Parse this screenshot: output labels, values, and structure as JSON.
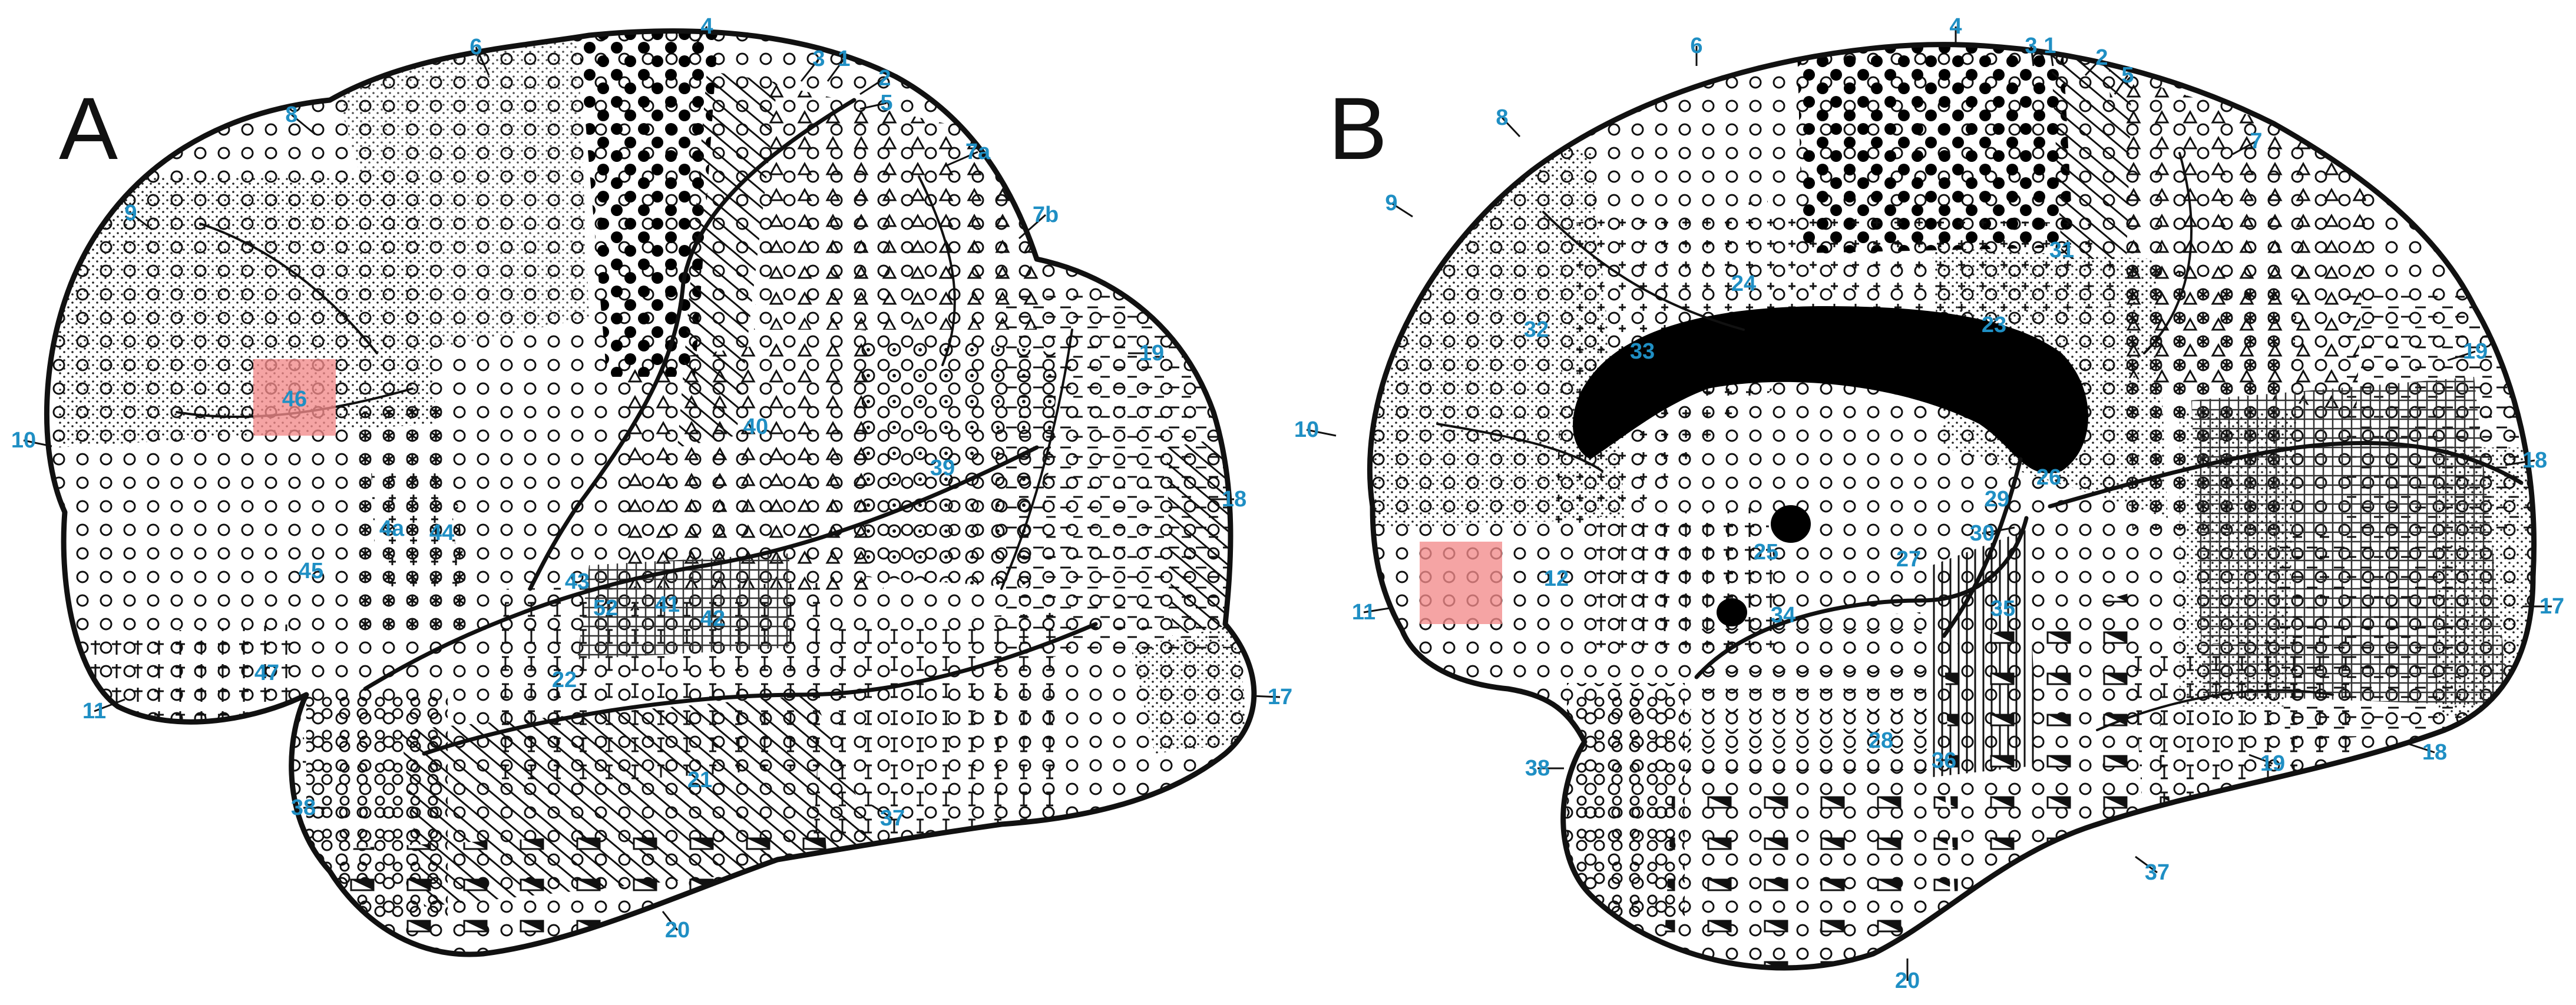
{
  "figure": {
    "label_color": "#1f8fc4",
    "highlight_color": "#f28b8b",
    "panels": [
      {
        "id": "A",
        "letter": "A",
        "labels": [
          "1",
          "2",
          "3",
          "4",
          "5",
          "6",
          "7a",
          "7b",
          "8",
          "9",
          "10",
          "11",
          "17",
          "18",
          "19",
          "20",
          "21",
          "22",
          "37",
          "38",
          "39",
          "40",
          "41",
          "42",
          "43",
          "44",
          "45",
          "46",
          "47",
          "52",
          "4a"
        ],
        "highlighted_areas": [
          "46"
        ]
      },
      {
        "id": "B",
        "letter": "B",
        "labels": [
          "1",
          "2",
          "3",
          "4",
          "5",
          "6",
          "7",
          "8",
          "9",
          "10",
          "11",
          "12",
          "17",
          "18",
          "18",
          "19",
          "19",
          "20",
          "23",
          "24",
          "25",
          "26",
          "27",
          "28",
          "29",
          "30",
          "31",
          "32",
          "33",
          "34",
          "35",
          "36",
          "37",
          "38"
        ],
        "highlighted_areas": [
          "12"
        ]
      }
    ]
  }
}
